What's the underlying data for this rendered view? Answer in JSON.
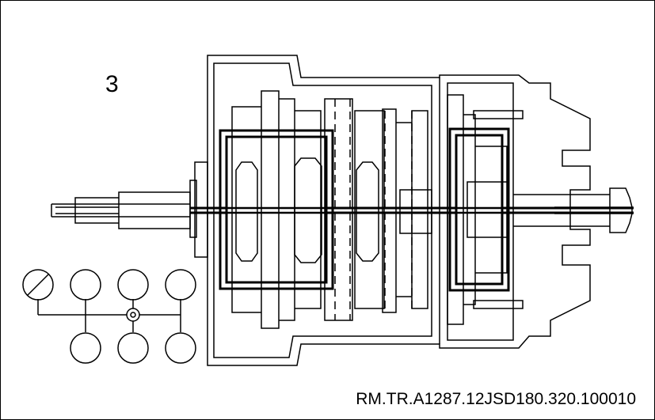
{
  "figure": {
    "step_number": "3",
    "reference_code": "RM.TR.A1287.12JSD180.320.100010"
  },
  "colors": {
    "line": "#000000",
    "background": "#ffffff"
  },
  "shift_pattern": {
    "top_row": [
      "shift-slot-1",
      "shift-slot-3",
      "shift-slot-5",
      "shift-slot-7"
    ],
    "bottom_row": [
      "shift-slot-2",
      "shift-slot-4",
      "shift-slot-6"
    ],
    "crossed_slot": "shift-slot-1"
  }
}
